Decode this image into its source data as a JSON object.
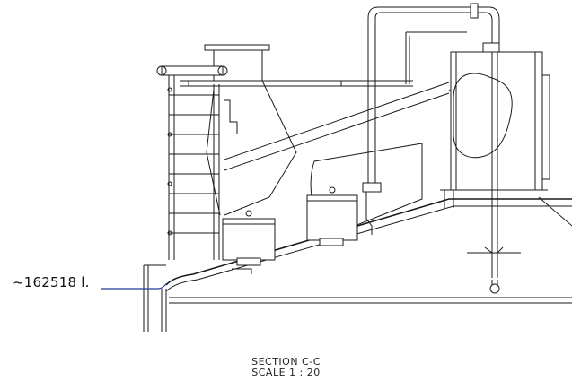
{
  "callout": {
    "volume_label": "~162518 l.",
    "leader_color": "#1f3f8f"
  },
  "section": {
    "title": "SECTION C-C",
    "scale": "SCALE 1 : 20"
  }
}
